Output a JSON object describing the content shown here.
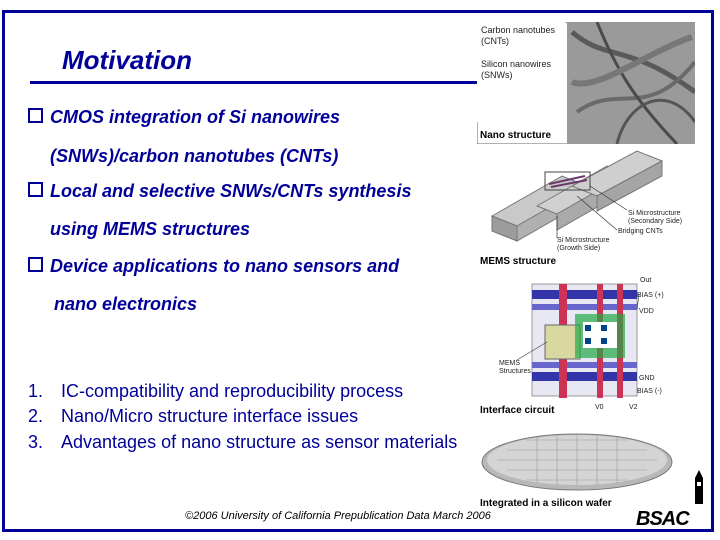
{
  "slide": {
    "title": "Motivation",
    "bullets": [
      {
        "line1": "CMOS integration of Si nanowires",
        "line2": "(SNWs)/carbon nanotubes (CNTs)"
      },
      {
        "line1": "Local and selective SNWs/CNTs synthesis",
        "line2": "using MEMS structures"
      },
      {
        "line1": "Device applications to nano sensors and",
        "line2": "nano electronics"
      }
    ],
    "numbered": [
      {
        "num": "1.",
        "text": "IC-compatibility and reproducibility process"
      },
      {
        "num": "2.",
        "text": "Nano/Micro structure interface issues"
      },
      {
        "num": "3.",
        "text": "Advantages of nano structure as sensor materials"
      }
    ],
    "footer": "©2006 University of California   Prepublication Data March 2006",
    "logo": "BSAC"
  },
  "figure": {
    "nano_panel": {
      "label_cnt": "Carbon nanotubes (CNTs)",
      "label_snw": "Silicon nanowires (SNWs)",
      "caption": "Nano structure"
    },
    "mems_panel": {
      "label_secondary": "Si Microstructure (Secondary Side)",
      "label_bridging": "Bridging CNTs",
      "label_growth": "Si Microstructure (Growth Side)",
      "caption": "MEMS structure"
    },
    "circuit_panel": {
      "label_out": "Out",
      "label_bias_pos": "BIAS (+)",
      "label_vdd": "VDD",
      "label_gnd": "GND",
      "label_bias_neg": "BIAS (-)",
      "label_v0": "V0",
      "label_v2": "V2",
      "label_mems": "MEMS Structures",
      "caption": "Interface circuit"
    },
    "wafer_panel": {
      "caption": "Integrated in a silicon wafer"
    }
  },
  "colors": {
    "text": "#000099",
    "accent": "#000099"
  }
}
